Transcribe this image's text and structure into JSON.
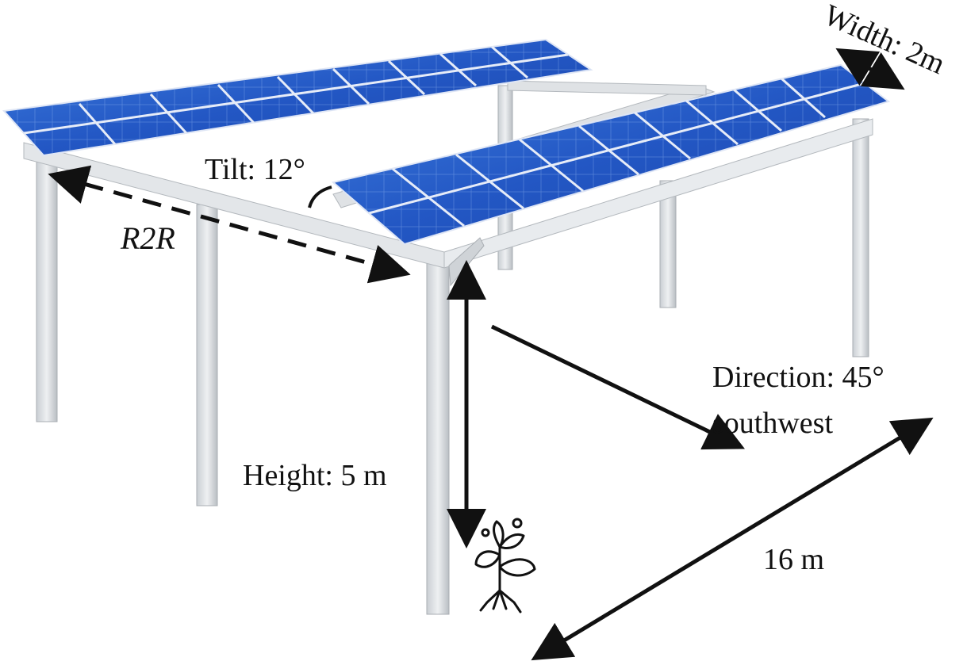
{
  "labels": {
    "width": "Width: 2m",
    "tilt": "Tilt: 12°",
    "r2r": "R2R",
    "direction_line1": "Direction: 45°",
    "direction_line2": "southwest",
    "height": "Height: 5 m",
    "length": "16 m"
  },
  "colors": {
    "panel": "#1f4fb8",
    "panel_light": "#4a86e0",
    "frame": "#d9dde0",
    "frame_shade": "#b7bcc1",
    "annotation": "#111111"
  },
  "icons": {
    "crop": "seedling-icon"
  }
}
